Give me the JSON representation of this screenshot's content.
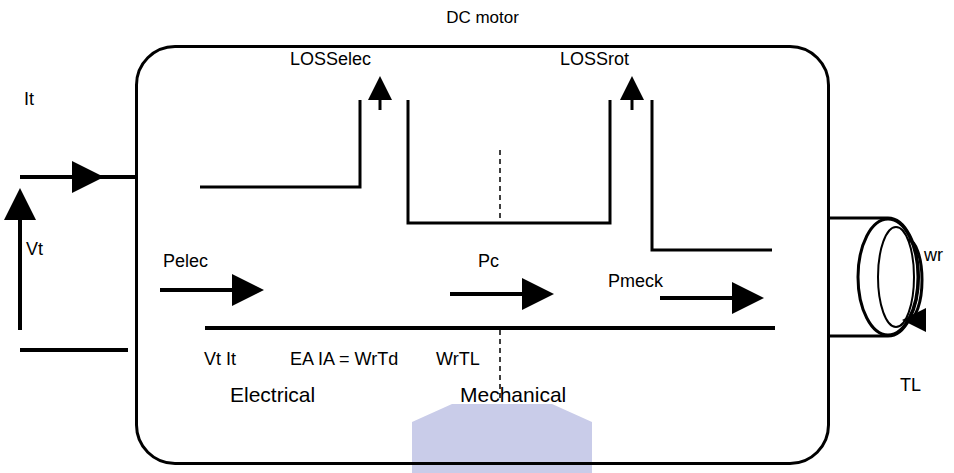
{
  "diagram": {
    "nodes": [
      {
        "text": [
          "DC motor"
        ]
      }
    ],
    "labels": [
      "It",
      "Vt",
      "LOSSelec",
      "LOSSrot",
      "Pelec",
      "Pc",
      "Pmeck",
      "wr",
      "TL",
      "Vt It",
      "EA IA = WrTd",
      "WrTL",
      "Electrical",
      "Mechanical"
    ]
  }
}
